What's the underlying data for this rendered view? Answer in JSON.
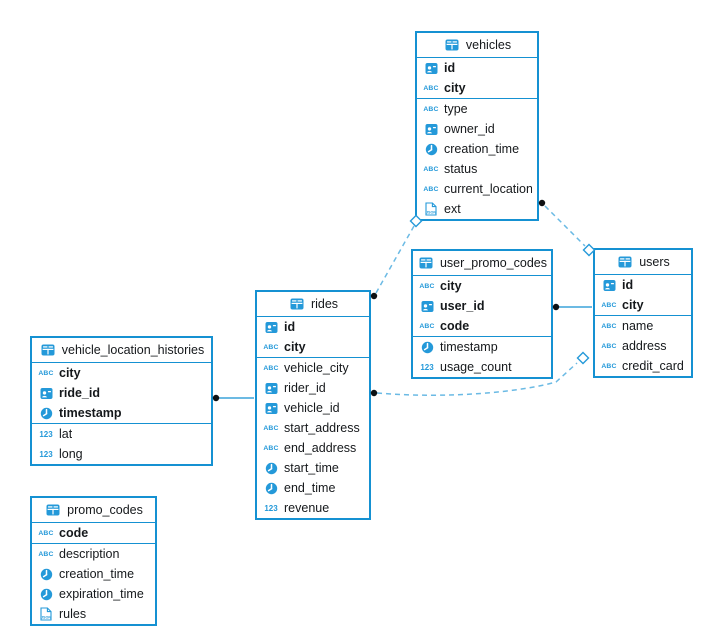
{
  "diagram": {
    "colors": {
      "border": "#1591d2",
      "icon": "#2499d9",
      "dash": "#6bbae4",
      "dot": "#0d1114",
      "text": "#15181b"
    },
    "icon_labels": {
      "text": "ABC",
      "number": "123",
      "json": "JSON"
    },
    "tables": [
      {
        "name": "vehicles",
        "primary_keys": [
          {
            "name": "id",
            "type": "id"
          },
          {
            "name": "city",
            "type": "text"
          }
        ],
        "fields": [
          {
            "name": "type",
            "type": "text"
          },
          {
            "name": "owner_id",
            "type": "id"
          },
          {
            "name": "creation_time",
            "type": "time"
          },
          {
            "name": "status",
            "type": "text"
          },
          {
            "name": "current_location",
            "type": "text"
          },
          {
            "name": "ext",
            "type": "json"
          }
        ]
      },
      {
        "name": "user_promo_codes",
        "primary_keys": [
          {
            "name": "city",
            "type": "text"
          },
          {
            "name": "user_id",
            "type": "id"
          },
          {
            "name": "code",
            "type": "text"
          }
        ],
        "fields": [
          {
            "name": "timestamp",
            "type": "time"
          },
          {
            "name": "usage_count",
            "type": "number"
          }
        ]
      },
      {
        "name": "users",
        "primary_keys": [
          {
            "name": "id",
            "type": "id"
          },
          {
            "name": "city",
            "type": "text"
          }
        ],
        "fields": [
          {
            "name": "name",
            "type": "text"
          },
          {
            "name": "address",
            "type": "text"
          },
          {
            "name": "credit_card",
            "type": "text"
          }
        ]
      },
      {
        "name": "rides",
        "primary_keys": [
          {
            "name": "id",
            "type": "id"
          },
          {
            "name": "city",
            "type": "text"
          }
        ],
        "fields": [
          {
            "name": "vehicle_city",
            "type": "text"
          },
          {
            "name": "rider_id",
            "type": "id"
          },
          {
            "name": "vehicle_id",
            "type": "id"
          },
          {
            "name": "start_address",
            "type": "text"
          },
          {
            "name": "end_address",
            "type": "text"
          },
          {
            "name": "start_time",
            "type": "time"
          },
          {
            "name": "end_time",
            "type": "time"
          },
          {
            "name": "revenue",
            "type": "number"
          }
        ]
      },
      {
        "name": "vehicle_location_histories",
        "primary_keys": [
          {
            "name": "city",
            "type": "text"
          },
          {
            "name": "ride_id",
            "type": "id"
          },
          {
            "name": "timestamp",
            "type": "time"
          }
        ],
        "fields": [
          {
            "name": "lat",
            "type": "number"
          },
          {
            "name": "long",
            "type": "number"
          }
        ]
      },
      {
        "name": "promo_codes",
        "primary_keys": [
          {
            "name": "code",
            "type": "text"
          }
        ],
        "fields": [
          {
            "name": "description",
            "type": "text"
          },
          {
            "name": "creation_time",
            "type": "time"
          },
          {
            "name": "expiration_time",
            "type": "time"
          },
          {
            "name": "rules",
            "type": "json"
          }
        ]
      }
    ],
    "relationships": [
      {
        "from": "rides",
        "from_marker": "dot",
        "to": "vehicles",
        "to_marker": "diamond",
        "style": "dashed"
      },
      {
        "from": "vehicles",
        "from_marker": "dot",
        "to": "users",
        "to_marker": "diamond",
        "style": "dashed"
      },
      {
        "from": "user_promo_codes",
        "from_marker": "dot",
        "to": "users",
        "to_marker": "none",
        "style": "solid"
      },
      {
        "from": "rides",
        "from_marker": "dot",
        "to": "users",
        "to_marker": "diamond",
        "style": "dashed"
      },
      {
        "from": "vehicle_location_histories",
        "from_marker": "dot",
        "to": "rides",
        "to_marker": "none",
        "style": "solid"
      }
    ]
  }
}
